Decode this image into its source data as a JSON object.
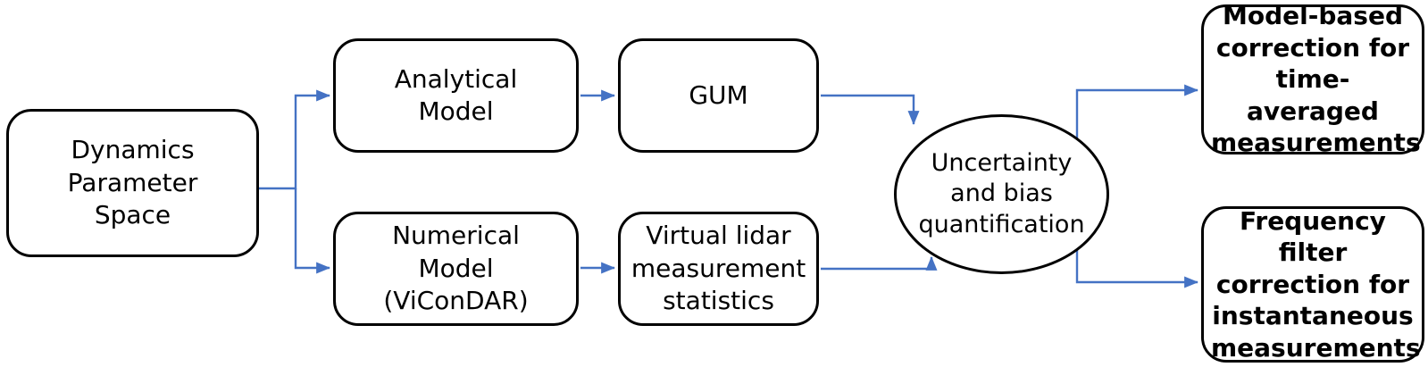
{
  "diagram": {
    "title": "Lidar measurement uncertainty quantification workflow",
    "colors": {
      "node_border": "#000000",
      "node_fill": "#ffffff",
      "connector": "#4472c4",
      "text": "#000000",
      "background": "#ffffff"
    },
    "nodes": [
      {
        "id": "dynamics",
        "label": "Dynamics\nParameter\nSpace",
        "shape": "rounded-rectangle",
        "bold": false
      },
      {
        "id": "analytical",
        "label": "Analytical\nModel",
        "shape": "rounded-rectangle",
        "bold": false
      },
      {
        "id": "gum",
        "label": "GUM",
        "shape": "rounded-rectangle",
        "bold": false
      },
      {
        "id": "numerical",
        "label": "Numerical\nModel\n(ViConDAR)",
        "shape": "rounded-rectangle",
        "bold": false
      },
      {
        "id": "stats",
        "label": "Virtual lidar\nmeasurement\nstatistics",
        "shape": "rounded-rectangle",
        "bold": false
      },
      {
        "id": "uncertainty",
        "label": "Uncertainty\nand bias\nquantification",
        "shape": "ellipse",
        "bold": false
      },
      {
        "id": "model_based",
        "label": "Model-based\ncorrection for\ntime-averaged\nmeasurements",
        "shape": "rounded-rectangle",
        "bold": true
      },
      {
        "id": "freq_filter",
        "label": "Frequency filter\ncorrection for\ninstantaneous\nmeasurements",
        "shape": "rounded-rectangle",
        "bold": true
      }
    ],
    "connectors": [
      {
        "id": "dynamics-to-analytical",
        "from": "dynamics",
        "to": "analytical",
        "arrow": true
      },
      {
        "id": "dynamics-to-numerical",
        "from": "dynamics",
        "to": "numerical",
        "arrow": true
      },
      {
        "id": "analytical-to-gum",
        "from": "analytical",
        "to": "gum",
        "arrow": true
      },
      {
        "id": "numerical-to-stats",
        "from": "numerical",
        "to": "stats",
        "arrow": true
      },
      {
        "id": "gum-to-uncertainty",
        "from": "gum",
        "to": "uncertainty",
        "arrow": true
      },
      {
        "id": "stats-to-uncertainty",
        "from": "stats",
        "to": "uncertainty",
        "arrow": true
      },
      {
        "id": "uncertainty-to-model-based",
        "from": "uncertainty",
        "to": "model_based",
        "arrow": true
      },
      {
        "id": "uncertainty-to-freq-filter",
        "from": "uncertainty",
        "to": "freq_filter",
        "arrow": true
      }
    ]
  }
}
